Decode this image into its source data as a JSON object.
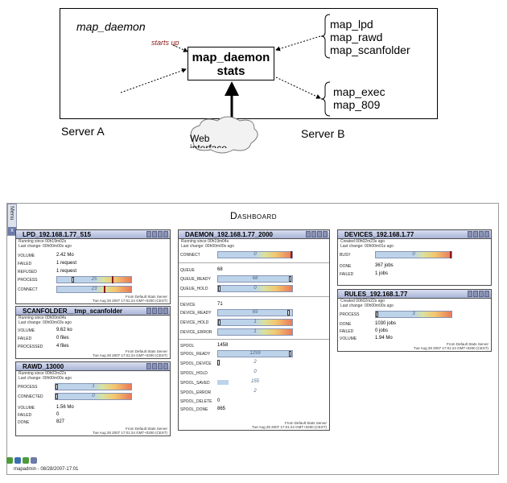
{
  "diagram": {
    "frame_title": "map_daemon",
    "starts_up": "starts up",
    "stats_box": [
      "map_daemon",
      "stats"
    ],
    "right_group_top": [
      "map_lpd",
      "map_rawd",
      "map_scanfolder"
    ],
    "right_group_bottom": [
      "map_exec",
      "map_809"
    ],
    "server_a": "Server A",
    "server_b": "Server B",
    "web_interface": [
      "Web",
      "interface"
    ]
  },
  "dashboard": {
    "menu_label": "Menu",
    "title": "Dashboard",
    "footer_source": "From Default Stats Server",
    "footer_date": "Tue Aug 28 2007 17:01:24 GMT+0200 (CEST)",
    "status_text": "mapadmin - 08/28/2007-17:01",
    "panels": {
      "lpd": {
        "title": "LPD_192.168.1.77_515",
        "running": "Running since 00h19m02s",
        "last_change": "Last change: 00h00m00s ago",
        "volume_label": "VOLUME",
        "volume_value": "2.42 Mo",
        "failed_label": "FAILED",
        "failed_value": "1 request",
        "refused_label": "REFUSED",
        "refused_value": "1 request",
        "process_label": "PROCESS",
        "process_value": "25",
        "connect_label": "CONNECT",
        "connect_value": "23"
      },
      "scanfolder": {
        "title": "SCANFOLDER__tmp_scanfolder",
        "running": "Running since 00h00m04s",
        "last_change": "Last change: 00h00m03s ago",
        "volume_label": "VOLUME",
        "volume_value": "9.62 ko",
        "failed_label": "FAILED",
        "failed_value": "0 files",
        "processed_label": "PROCESSED",
        "processed_value": "4 files"
      },
      "rawd": {
        "title": "RAWD_13000",
        "running": "Running since 00h02m22s",
        "last_change": "Last change: 00h00m00s ago",
        "process_label": "PROCESS",
        "process_value": "1",
        "connected_label": "CONNECTED",
        "connected_value": "0",
        "volume_label": "VOLUME",
        "volume_value": "1.56 Mo",
        "failed_label": "FAILED",
        "failed_value": "0",
        "done_label": "DONE",
        "done_value": "827"
      },
      "daemon": {
        "title": "DAEMON_192.168.1.77_2000",
        "running": "Running since 00h19m04s",
        "last_change": "Last change: 00h00m00s ago",
        "connect_label": "CONNECT",
        "connect_value": "0",
        "queue_label": "QUEUE",
        "queue_value": "68",
        "queue_ready_label": "QUEUE_READY",
        "queue_ready_value": "68",
        "queue_hold_label": "QUEUE_HOLD",
        "queue_hold_value": "0",
        "device_label": "DEVICE",
        "device_value": "71",
        "device_ready_label": "DEVICE_READY",
        "device_ready_value": "69",
        "device_hold_label": "DEVICE_HOLD",
        "device_hold_value": "1",
        "device_error_label": "DEVICE_ERROR",
        "device_error_value": "1",
        "spool_label": "SPOOL",
        "spool_value": "1458",
        "spool_ready_label": "SPOOL_READY",
        "spool_ready_value": "1299",
        "spool_device_label": "SPOOL_DEVICE",
        "spool_device_value": "2",
        "spool_hold_label": "SPOOL_HOLD",
        "spool_hold_value": "0",
        "spool_saved_label": "SPOOL_SAVED",
        "spool_saved_value": "155",
        "spool_error_label": "SPOOL_ERROR",
        "spool_error_value": "2",
        "spool_delete_label": "SPOOL_DELETE",
        "spool_delete_value": "0",
        "spool_done_label": "SPOOL_DONE",
        "spool_done_value": "865"
      },
      "devices": {
        "title": "DEVICES_192.168.1.77",
        "created": "Created 00h02m23s ago",
        "last_change": "Last change: 00h00m01s ago",
        "busy_label": "BUSY",
        "busy_value": "0",
        "done_label": "DONE",
        "done_value": "367 jobs",
        "failed_label": "FAILED",
        "failed_value": "1 jobs"
      },
      "rules": {
        "title": "RULES_192.168.1.77",
        "created": "Created 00h02m22s ago",
        "last_change": "Last change: 00h00m00s ago",
        "process_label": "PROCESS",
        "process_value": "3",
        "done_label": "DONE",
        "done_value": "1030 jobs",
        "failed_label": "FAILED",
        "failed_value": "0 jobs",
        "volume_label": "VOLUME",
        "volume_value": "1.94 Mo"
      }
    }
  },
  "colors": {
    "panel_header": "#a9b4d6",
    "bar_fill": "#bcd3ea",
    "marker": "#8b1a1a",
    "starts_up_text": "#8b1a1a"
  }
}
